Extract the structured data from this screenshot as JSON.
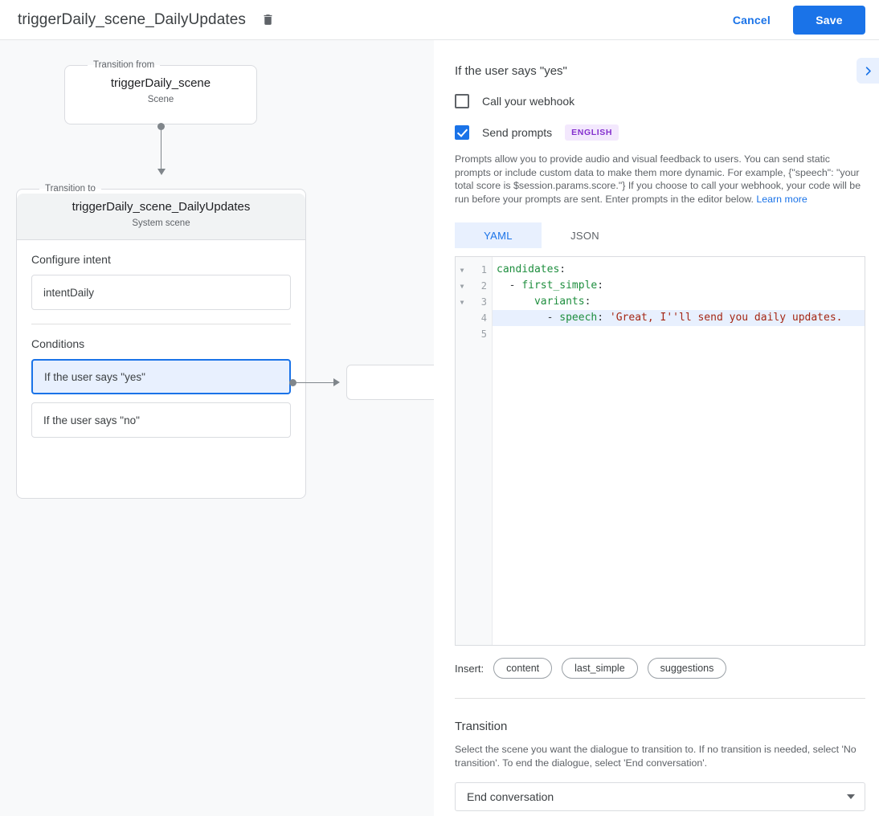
{
  "topbar": {
    "title": "triggerDaily_scene_DailyUpdates",
    "delete_icon": "trash-icon",
    "cancel_label": "Cancel",
    "save_label": "Save"
  },
  "canvas": {
    "from_node": {
      "legend": "Transition from",
      "title": "triggerDaily_scene",
      "subtitle": "Scene"
    },
    "to_node": {
      "legend": "Transition to",
      "title": "triggerDaily_scene_DailyUpdates",
      "subtitle": "System scene"
    },
    "intent": {
      "label": "Configure intent",
      "value": "intentDaily"
    },
    "conditions": {
      "label": "Conditions",
      "items": [
        {
          "label": "If the user says \"yes\"",
          "selected": true
        },
        {
          "label": "If the user says \"no\"",
          "selected": false
        }
      ]
    }
  },
  "panel": {
    "expand_icon": "chevron-right-icon",
    "heading": "If the user says \"yes\"",
    "webhook": {
      "label": "Call your webhook",
      "checked": false
    },
    "prompts": {
      "label": "Send prompts",
      "checked": true,
      "language_badge": "ENGLISH"
    },
    "description": "Prompts allow you to provide audio and visual feedback to users. You can send static prompts or include custom data to make them more dynamic. For example, {\"speech\": \"your total score is $session.params.score.\"} If you choose to call your webhook, your code will be run before your prompts are sent. Enter prompts in the editor below.",
    "learn_more": "Learn more",
    "tabs": [
      {
        "label": "YAML",
        "active": true
      },
      {
        "label": "JSON",
        "active": false
      }
    ],
    "editor": {
      "lines": [
        {
          "num": "1",
          "fold": true,
          "active": false,
          "key": "candidates",
          "indent": "",
          "dash": false,
          "value": ""
        },
        {
          "num": "2",
          "fold": true,
          "active": false,
          "key": "first_simple",
          "indent": "  ",
          "dash": true,
          "value": ""
        },
        {
          "num": "3",
          "fold": true,
          "active": false,
          "key": "variants",
          "indent": "      ",
          "dash": false,
          "value": ""
        },
        {
          "num": "4",
          "fold": false,
          "active": true,
          "key": "speech",
          "indent": "        ",
          "dash": true,
          "value": "'Great, I''ll send you daily updates."
        },
        {
          "num": "5",
          "fold": false,
          "active": false,
          "key": "",
          "indent": "",
          "dash": false,
          "value": ""
        }
      ]
    },
    "insert": {
      "label": "Insert:",
      "chips": [
        "content",
        "last_simple",
        "suggestions"
      ]
    },
    "transition": {
      "title": "Transition",
      "description": "Select the scene you want the dialogue to transition to. If no transition is needed, select 'No transition'. To end the dialogue, select 'End conversation'.",
      "selected": "End conversation"
    }
  }
}
